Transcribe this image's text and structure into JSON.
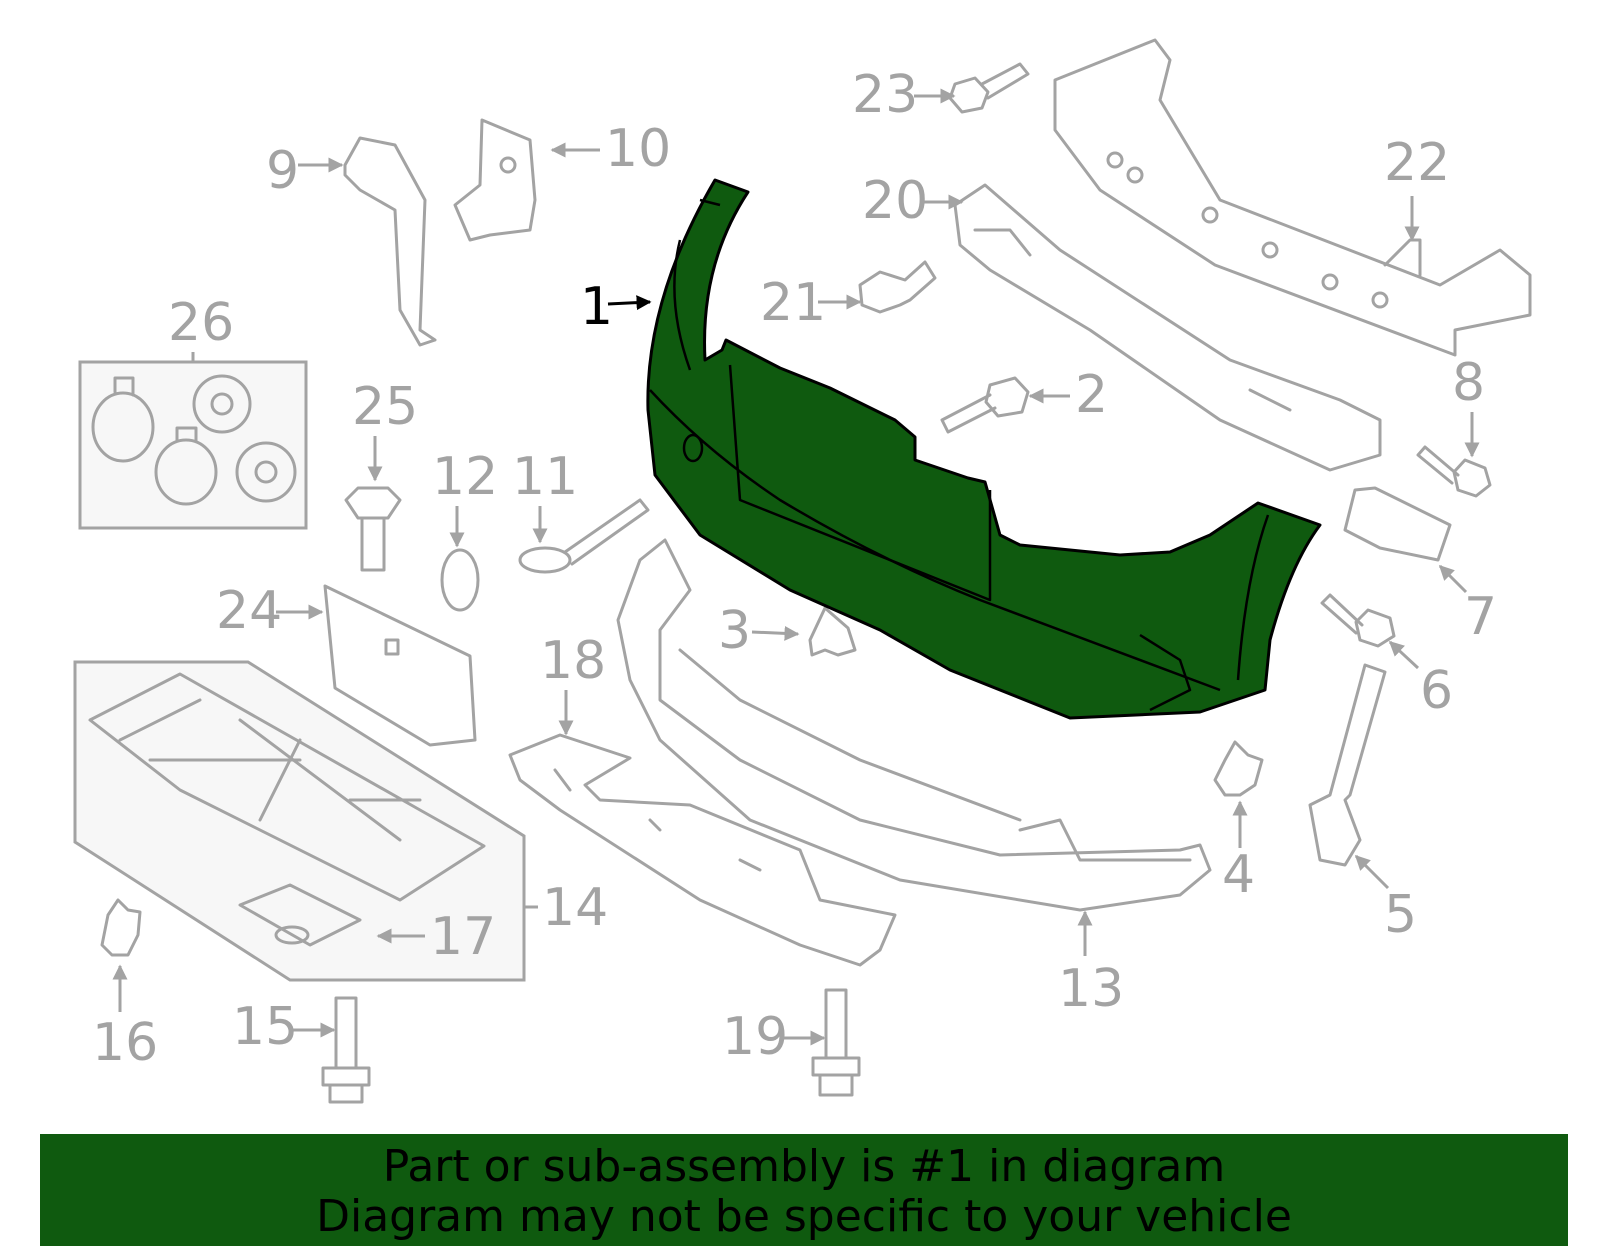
{
  "diagram": {
    "highlighted_part": "1",
    "highlight_color": "#0f5a0f",
    "part_color": "#a3a3a3",
    "callouts": [
      "1",
      "2",
      "3",
      "4",
      "5",
      "6",
      "7",
      "8",
      "9",
      "10",
      "11",
      "12",
      "13",
      "14",
      "15",
      "16",
      "17",
      "18",
      "19",
      "20",
      "21",
      "22",
      "23",
      "24",
      "25",
      "26"
    ]
  },
  "banner": {
    "line1": "Part or sub-assembly is #1 in diagram",
    "line2": "Diagram may not be specific to your vehicle",
    "background": "#0f5a0f"
  }
}
